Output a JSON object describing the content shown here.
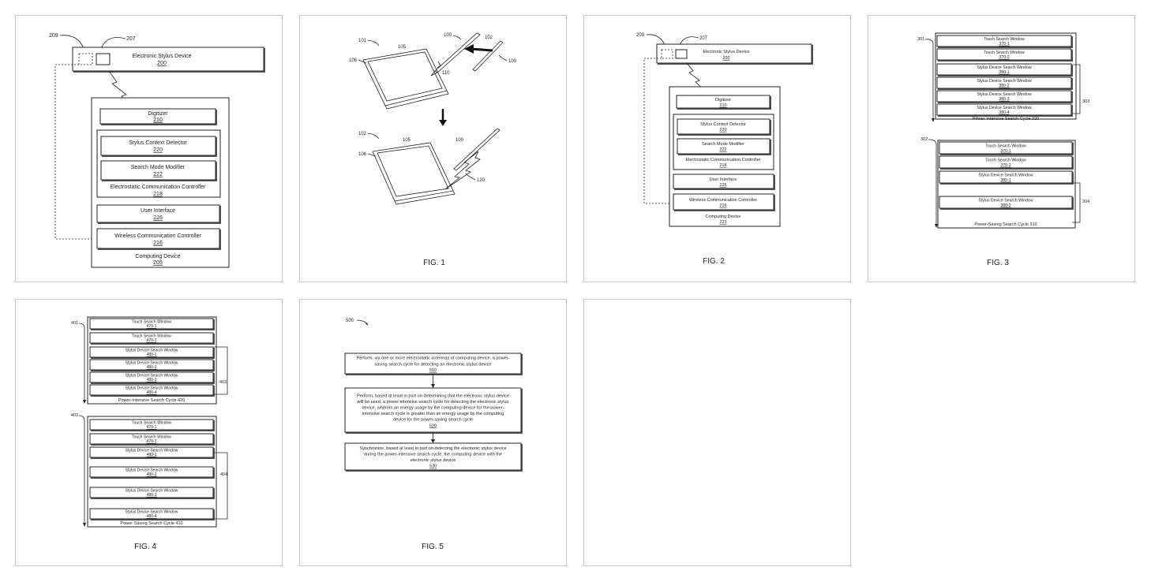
{
  "sheets": {
    "fig1": {
      "caption": "FIG. 1",
      "refs": {
        "r100a": "100",
        "r102": "102",
        "r100b": "100",
        "r101": "101",
        "r105a": "105",
        "r106a": "106",
        "r110": "110",
        "r102b": "102",
        "r105b": "105",
        "r100c": "100",
        "r106b": "106",
        "r120": "120"
      }
    },
    "fig2": {
      "caption": "FIG. 2",
      "refs": {
        "r209": "209",
        "r207": "207"
      },
      "stylus": {
        "label": "Electronic Stylus Device",
        "num": "200"
      },
      "digitizer": {
        "label": "Digitizer",
        "num": "210"
      },
      "detector": {
        "label": "Stylus Context Detector",
        "num": "220"
      },
      "modifier": {
        "label": "Search Mode Modifier",
        "num": "222"
      },
      "controller": {
        "label": "Electrostatic Communication Controller",
        "num": "218"
      },
      "ui": {
        "label": "User Interface",
        "num": "226"
      },
      "wireless": {
        "label": "Wireless Communication Controller",
        "num": "216"
      },
      "device": {
        "label": "Computing Device",
        "num": "205"
      }
    },
    "fig2b": {
      "refs": {
        "r209": "209",
        "r207": "207"
      },
      "stylus": {
        "label": "Electronic Stylus Device",
        "num": "200"
      },
      "digitizer": {
        "label": "Digitizer",
        "num": "210"
      },
      "detector": {
        "label": "Stylus Context Detector",
        "num": "220"
      },
      "modifier": {
        "label": "Search Mode Modifier",
        "num": "222"
      },
      "controller": {
        "label": "Electrostatic Communication Controller",
        "num": "218"
      },
      "ui": {
        "label": "User Interface",
        "num": "226"
      },
      "wireless": {
        "label": "Wireless Communication Controller",
        "num": "216"
      },
      "device": {
        "label": "Computing Device",
        "num": "223"
      }
    },
    "fig3": {
      "caption": "FIG. 3",
      "top": {
        "ref": "301",
        "bracket": "303",
        "cycle": "Power-Intensive Search Cycle 320",
        "windows": [
          {
            "label": "Touch Search Window",
            "num": "370-1"
          },
          {
            "label": "Touch Search Window",
            "num": "370-2"
          },
          {
            "label": "Stylus Device Search Window",
            "num": "380-1"
          },
          {
            "label": "Stylus Device Search Window",
            "num": "380-2"
          },
          {
            "label": "Stylus Device Search Window",
            "num": "380-3"
          },
          {
            "label": "Stylus Device Search Window",
            "num": "380-4"
          }
        ]
      },
      "bottom": {
        "ref": "302",
        "bracket": "304",
        "cycle": "Power-Saving Search Cycle 310",
        "windows": [
          {
            "label": "Touch Search Window",
            "num": "370-1"
          },
          {
            "label": "Touch Search Window",
            "num": "370-2"
          },
          {
            "label": "Stylus Device Search Window",
            "num": "380-1"
          },
          {
            "label": "Stylus Device Search Window",
            "num": "380-2"
          }
        ]
      }
    },
    "fig4": {
      "caption": "FIG. 4",
      "top": {
        "ref": "401",
        "bracket": "403",
        "cycle": "Power-Intensive Search Cycle 420",
        "windows": [
          {
            "label": "Touch Search Window",
            "num": "470-1"
          },
          {
            "label": "Touch Search Window",
            "num": "470-2"
          },
          {
            "label": "Stylus Device Search Window",
            "num": "480-1"
          },
          {
            "label": "Stylus Device Search Window",
            "num": "480-2"
          },
          {
            "label": "Stylus Device Search Window",
            "num": "480-3"
          },
          {
            "label": "Stylus Device Search Window",
            "num": "480-4"
          }
        ]
      },
      "bottom": {
        "ref": "402",
        "bracket": "404",
        "cycle": "Power-Saving Search Cycle 410",
        "windows": [
          {
            "label": "Touch Search Window",
            "num": "470-1"
          },
          {
            "label": "Touch Search Window",
            "num": "470-2"
          },
          {
            "label": "Stylus Device Search Window",
            "num": "480-1"
          },
          {
            "label": "Stylus Device Search Window",
            "num": "480-2"
          },
          {
            "label": "Stylus Device Search Window",
            "num": "480-3"
          },
          {
            "label": "Stylus Device Search Window",
            "num": "480-4"
          }
        ]
      }
    },
    "fig5": {
      "caption": "FIG. 5",
      "ref": "500",
      "steps": [
        {
          "lines": [
            "Perform, via one or more electrostatic antennas of computing device, a power-",
            "saving search cycle for detecting an electronic stylus device"
          ],
          "num": "510"
        },
        {
          "lines": [
            "Perform, based at least in part on determining that the electronic stylus device",
            "will be used, a power-intensive search cycle for detecting the electronic stylus",
            "device, wherein an energy usage by the computing device for the power-",
            "intensive search cycle is greater than an energy usage by the computing",
            "device for the power-saving search cycle"
          ],
          "num": "520"
        },
        {
          "lines": [
            "Synchronize, based at least in part on detecting the electronic stylus device",
            "during the power-intensive search cycle, the computing device with the",
            "electronic stylus device"
          ],
          "num": "530"
        }
      ]
    }
  }
}
